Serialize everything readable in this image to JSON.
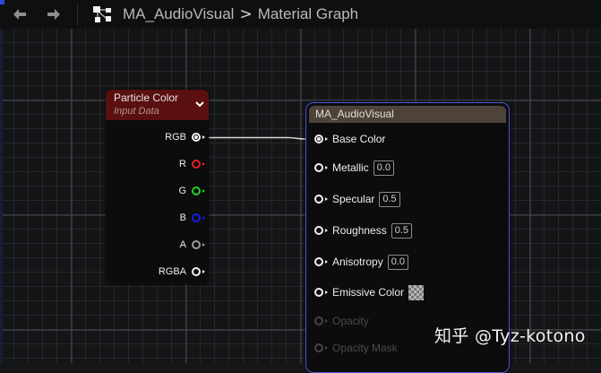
{
  "toolbar": {
    "back_icon": "arrow-left-icon",
    "forward_icon": "arrow-right-icon",
    "graph_icon": "node-graph-icon",
    "breadcrumb": {
      "asset": "MA_AudioVisual",
      "separator": ">",
      "current": "Material Graph"
    }
  },
  "particle_node": {
    "title": "Particle Color",
    "subtitle": "Input Data",
    "header_color": "#5a1010",
    "collapse_icon": "chevron-down-icon",
    "outputs": [
      {
        "label": "RGB",
        "color": "#f0f0f0",
        "connected": true
      },
      {
        "label": "R",
        "color": "#e02020",
        "connected": false
      },
      {
        "label": "G",
        "color": "#22d022",
        "connected": false
      },
      {
        "label": "B",
        "color": "#1a1ae0",
        "connected": false
      },
      {
        "label": "A",
        "color": "#9a9a9a",
        "connected": false
      },
      {
        "label": "RGBA",
        "color": "#f0f0f0",
        "connected": false
      }
    ]
  },
  "material_node": {
    "title": "MA_AudioVisual",
    "header_color": "#4e4339",
    "selection_color": "#4a56d8",
    "inputs": [
      {
        "label": "Base Color",
        "connected": true,
        "enabled": true
      },
      {
        "label": "Metallic",
        "value": "0.0",
        "enabled": true
      },
      {
        "label": "Specular",
        "value": "0.5",
        "enabled": true
      },
      {
        "label": "Roughness",
        "value": "0.5",
        "enabled": true
      },
      {
        "label": "Anisotropy",
        "value": "0.0",
        "enabled": true
      },
      {
        "label": "Emissive Color",
        "swatch": "checker",
        "enabled": true
      },
      {
        "label": "Opacity",
        "enabled": false
      },
      {
        "label": "Opacity Mask",
        "enabled": false
      }
    ]
  },
  "watermark": "知乎 @Tyz-kotono"
}
